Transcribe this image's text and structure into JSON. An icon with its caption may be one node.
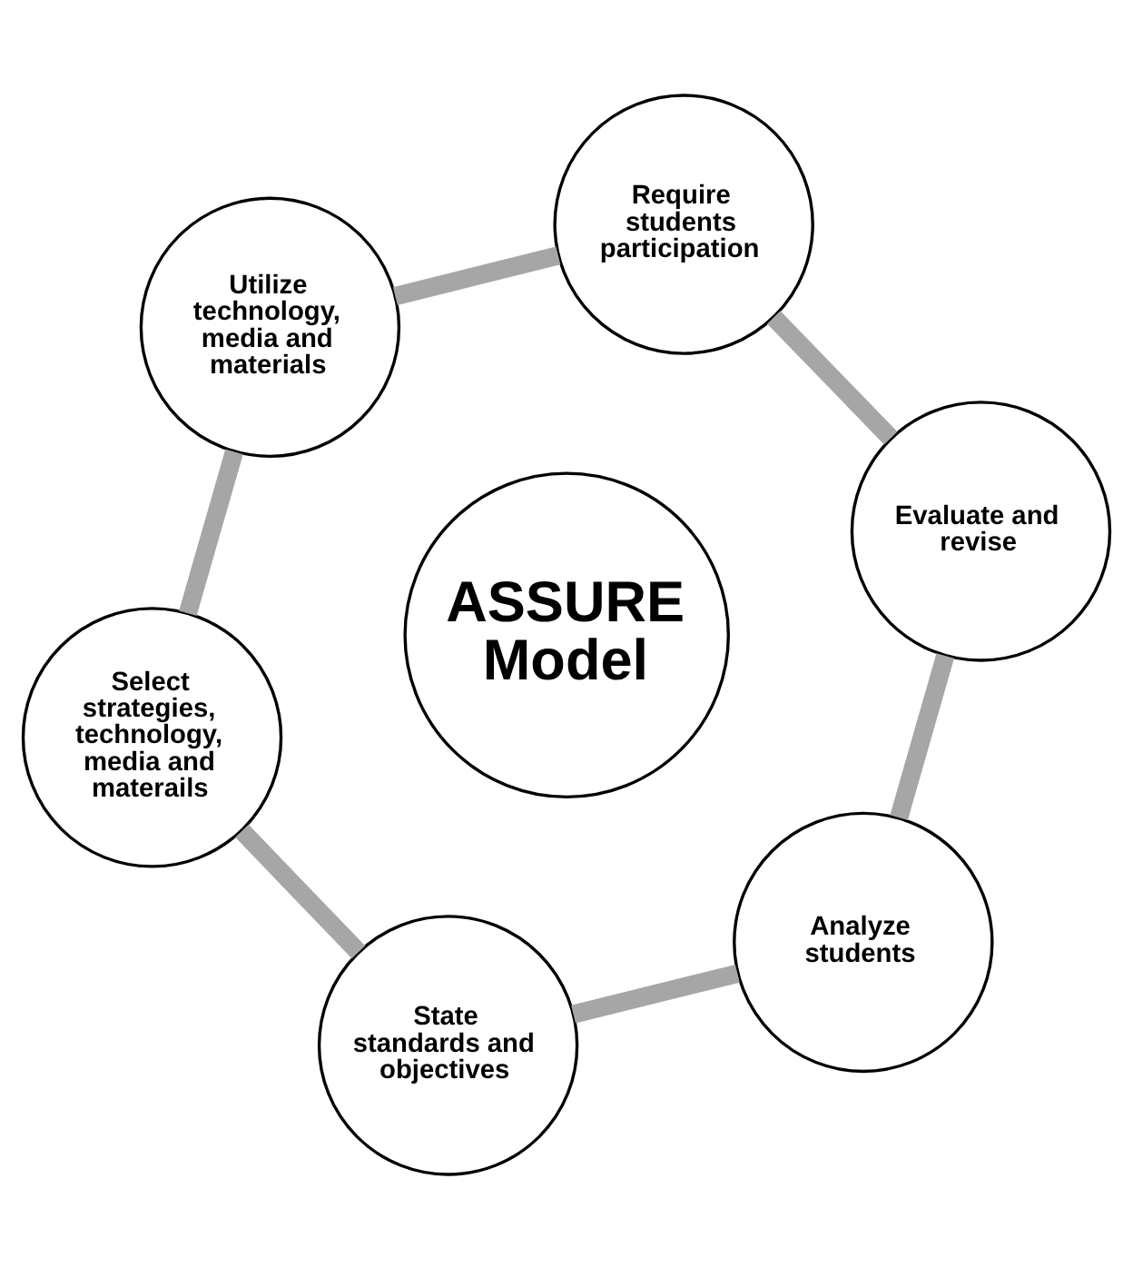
{
  "diagram": {
    "nodes": [
      {
        "text": [
          "ASSURE Model"
        ]
      },
      {
        "text": [
          "Analyze students"
        ]
      },
      {
        "text": [
          "State standards and objectives"
        ]
      },
      {
        "text": [
          "Select strategies, technology, media and materails"
        ]
      },
      {
        "text": [
          "Utilize technology, media and materials"
        ]
      },
      {
        "text": [
          "Require students participation"
        ]
      },
      {
        "text": [
          "Evaluate and revise"
        ]
      }
    ],
    "edges": [
      {
        "from": 1,
        "to": 2,
        "arrow": "none"
      },
      {
        "from": 2,
        "to": 3,
        "arrow": "none"
      },
      {
        "from": 3,
        "to": 4,
        "arrow": "none"
      },
      {
        "from": 4,
        "to": 5,
        "arrow": "none"
      },
      {
        "from": 5,
        "to": 6,
        "arrow": "none"
      },
      {
        "from": 6,
        "to": 1,
        "arrow": "none"
      }
    ]
  }
}
